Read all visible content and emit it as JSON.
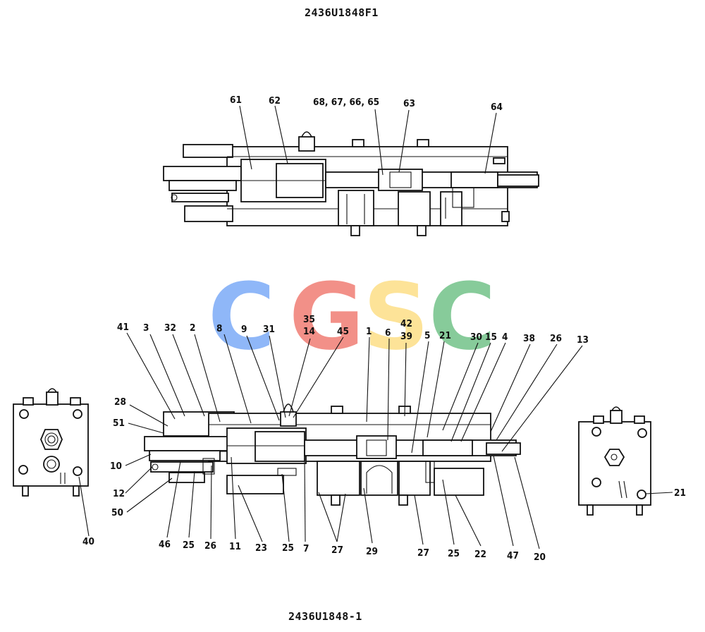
{
  "header": {
    "top_code": "2436U1848F1",
    "bottom_code": "2436U1848-1"
  },
  "watermark": {
    "letters": [
      {
        "char": "C",
        "color": "#8ab4f8"
      },
      {
        "char": "G",
        "color": "#f28b82"
      },
      {
        "char": "S",
        "color": "#fde293"
      },
      {
        "char": "C",
        "color": "#81c995"
      }
    ]
  },
  "labels": {
    "top": {
      "l61": "61",
      "l62": "62",
      "l68": "68, 67, 66, 65",
      "l63": "63",
      "l64": "64"
    },
    "main": {
      "l41": "41",
      "l3": "3",
      "l32": "32",
      "l2": "2",
      "l8": "8",
      "l9": "9",
      "l31": "31",
      "l35": "35",
      "l14": "14",
      "l45": "45",
      "l1": "1",
      "l6": "6",
      "l42": "42",
      "l39": "39",
      "l5": "5",
      "l21a": "21",
      "l30": "30",
      "l15": "15",
      "l4": "4",
      "l38": "38",
      "l26a": "26",
      "l13": "13",
      "l28": "28",
      "l51": "51",
      "l10": "10",
      "l12": "12",
      "l50": "50",
      "l46": "46",
      "l25a": "25",
      "l26b": "26",
      "l11": "11",
      "l23": "23",
      "l25b": "25",
      "l7": "7",
      "l27a": "27",
      "l29": "29",
      "l27b": "27",
      "l25c": "25",
      "l22": "22",
      "l47": "47",
      "l20": "20"
    },
    "left_view": {
      "l40": "40"
    },
    "right_view": {
      "l21b": "21"
    }
  }
}
